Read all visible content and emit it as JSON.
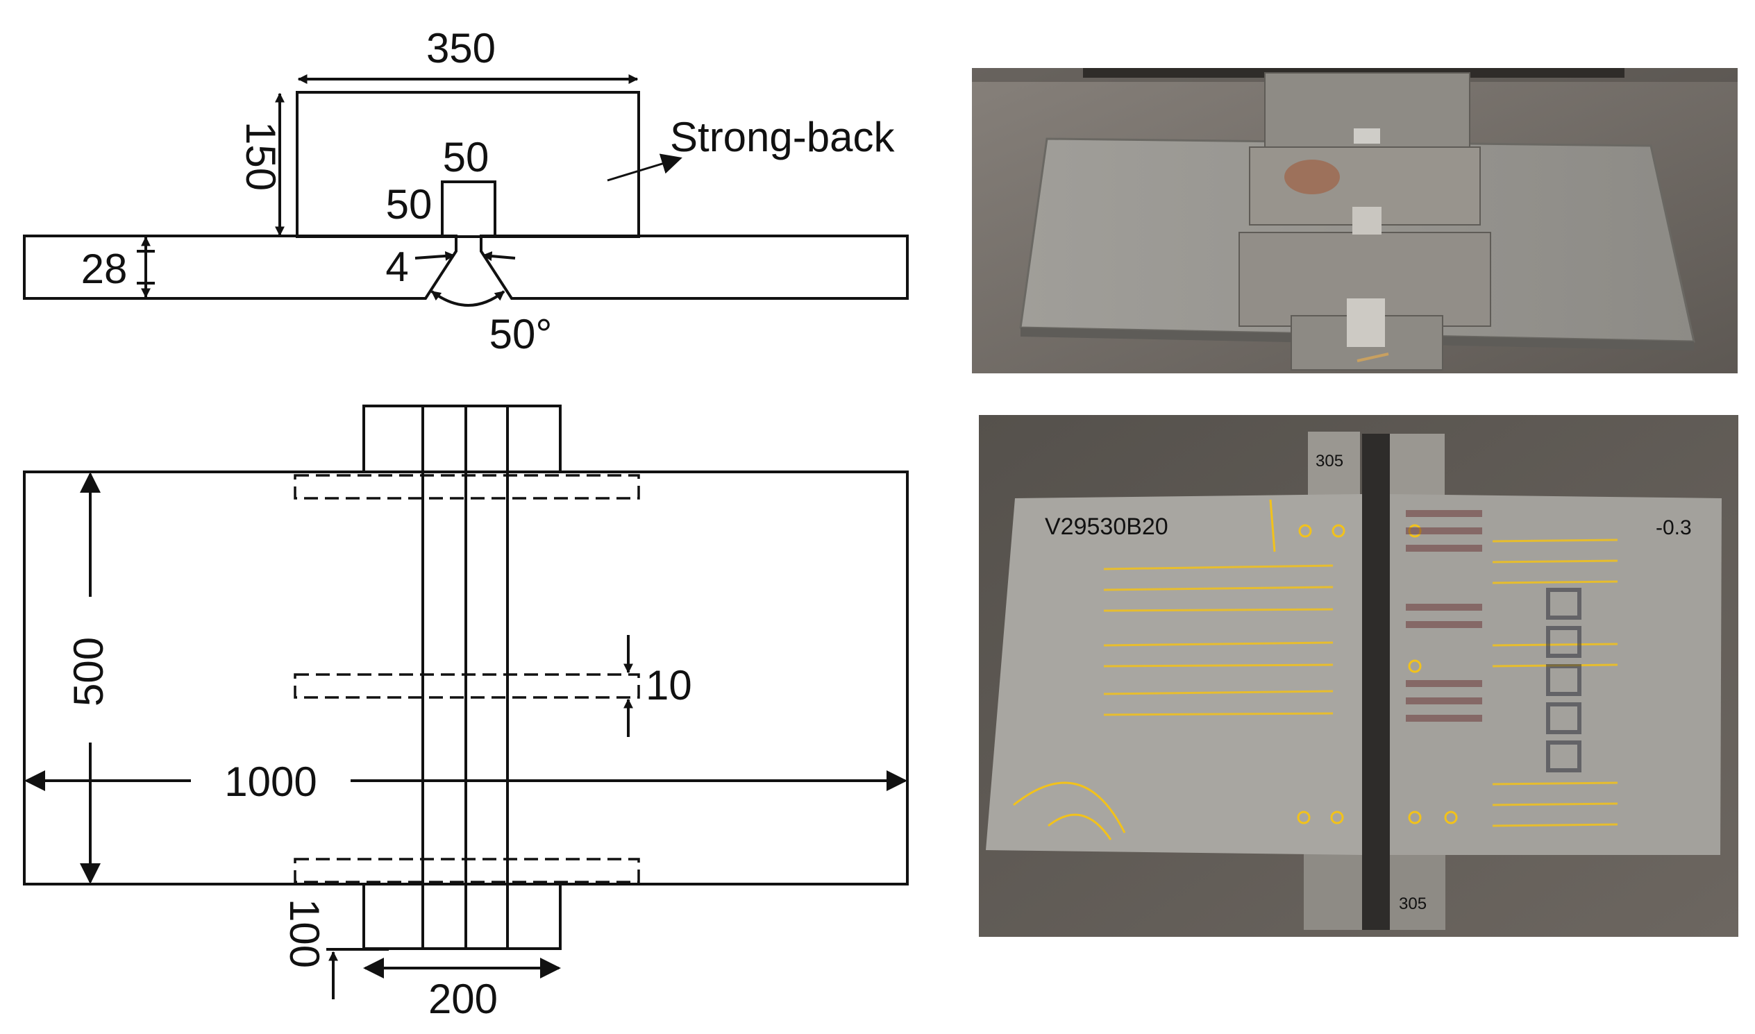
{
  "side_view": {
    "strong_back_width": "350",
    "strong_back_height": "150",
    "strong_back_label": "Strong-back",
    "block_width": "50",
    "block_height": "50",
    "plate_thickness": "28",
    "root_gap": "4",
    "groove_angle": "50°"
  },
  "plan_view": {
    "plate_width": "500",
    "plate_length": "1000",
    "strong_back_thickness": "10",
    "overhang": "100",
    "tab_width": "200"
  },
  "photos": {
    "top_photo_marking": "",
    "bottom_photo_markings": [
      "V29530B20",
      "305",
      "305",
      "-0.3"
    ]
  },
  "colors": {
    "line": "#111111",
    "steel": "#8f8d88",
    "ground": "#6f6a63",
    "marking": "#f2c21b"
  }
}
